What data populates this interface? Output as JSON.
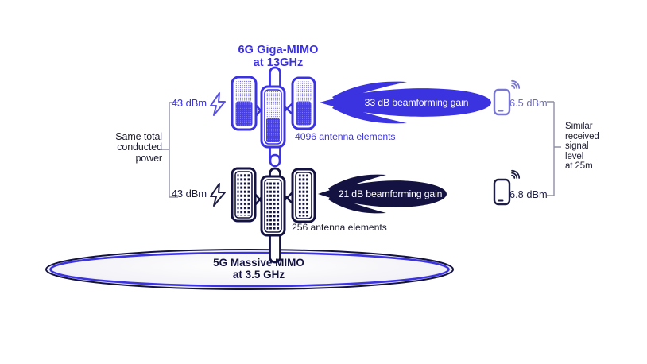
{
  "diagram": {
    "top_system": {
      "title_line1": "6G Giga-MIMO",
      "title_line2": "at 13GHz",
      "power_label": "43 dBm",
      "beam_gain_label": "33 dB beamforming gain",
      "antenna_elements_label": "4096 antenna elements",
      "received_power_label": "6.5 dBm"
    },
    "bottom_system": {
      "power_label": "43 dBm",
      "beam_gain_label": "21 dB beamforming gain",
      "antenna_elements_label": "256 antenna elements",
      "received_power_label": "6.8 dBm",
      "platform_line1": "5G Massive MIMO",
      "platform_line2": "at 3.5 GHz"
    },
    "left_annotation": "Same total\nconducted\npower",
    "right_annotation": "Similar\nreceived\nsignal\nlevel\nat 25m",
    "colors": {
      "accent_blue": "#3B32E0",
      "dark_navy": "#131240",
      "phone_periwinkle": "#7977D0",
      "received_label_blue": "#6B69C8",
      "bracket_gray": "#8F8FA6"
    }
  }
}
